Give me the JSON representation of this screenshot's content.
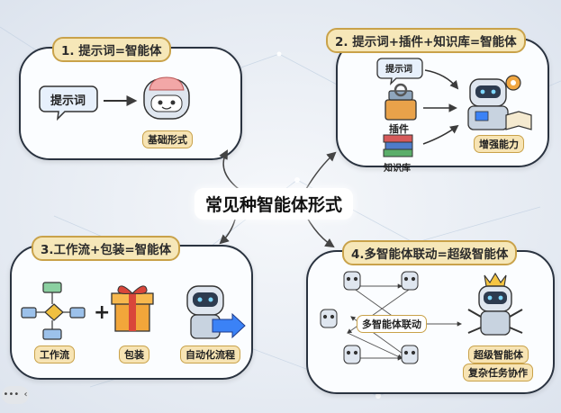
{
  "title": "常见种智能体形式",
  "panels": {
    "p1": {
      "heading": "1. 提示词=智能体",
      "prompt_bubble": "提示词",
      "caption": "基础形式"
    },
    "p2": {
      "heading": "2. 提示词+插件+知识库=智能体",
      "prompt_bubble": "提示词",
      "plugin": "插件",
      "knowledge": "知识库",
      "caption": "增强能力"
    },
    "p3": {
      "heading": "3.工作流+包装=智能体",
      "workflow": "工作流",
      "package": "包装",
      "automation": "自动化流程"
    },
    "p4": {
      "heading": "4.多智能体联动=超级智能体",
      "center_label": "多智能体联动",
      "caption1": "超级智能体",
      "caption2": "复杂任务协作"
    }
  },
  "toolbar": {
    "more": "•••",
    "back": "‹"
  },
  "colors": {
    "panel_border": "#2a3340",
    "tag_fill": "#f6e7b8",
    "tag_border": "#c9a24a",
    "robot": "#9fb0c4",
    "accent_blue": "#3b82f6"
  }
}
